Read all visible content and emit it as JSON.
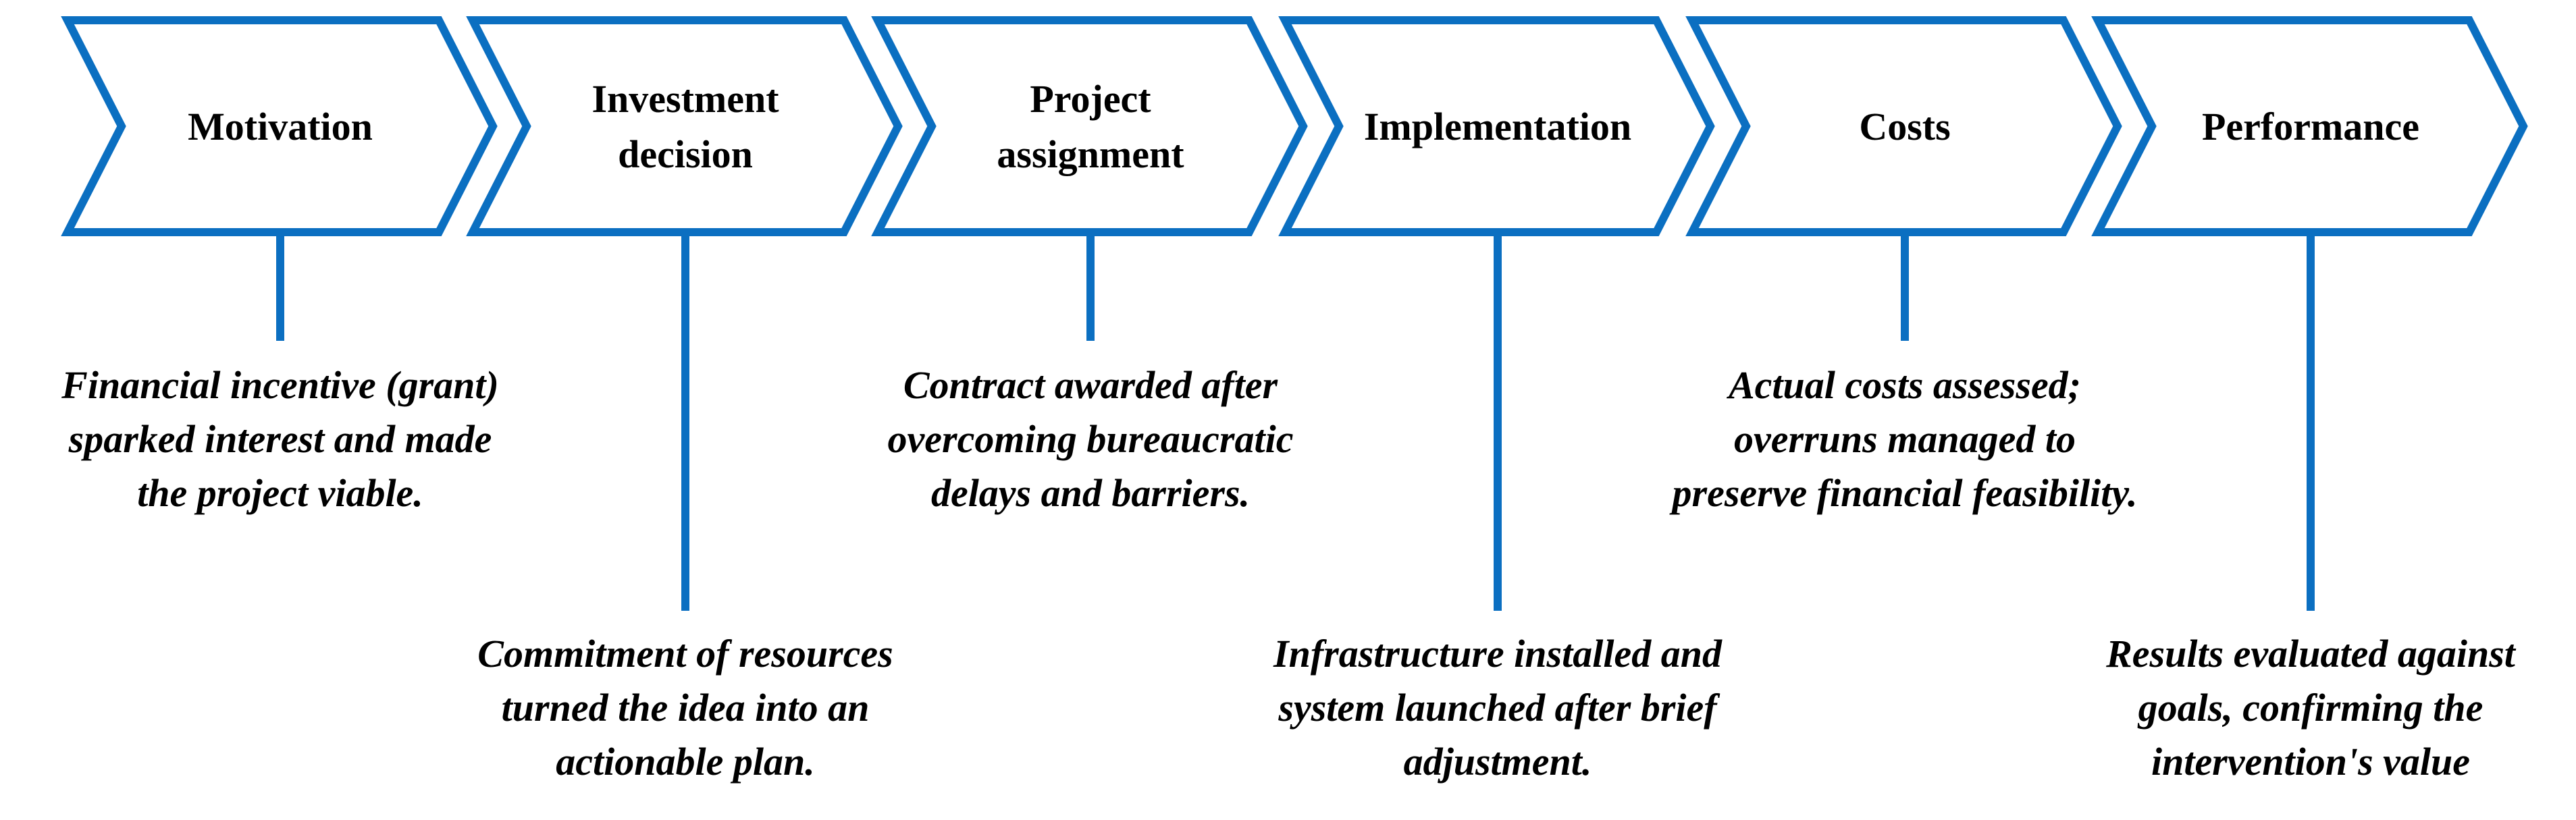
{
  "stages": [
    {
      "label_lines": [
        "Motivation"
      ],
      "note_position": "upper",
      "note_lines": [
        "Financial incentive (grant)",
        "sparked interest and made",
        "the project viable."
      ]
    },
    {
      "label_lines": [
        "Investment",
        "decision"
      ],
      "note_position": "lower",
      "note_lines": [
        "Commitment of resources",
        "turned the idea into an",
        "actionable plan."
      ]
    },
    {
      "label_lines": [
        "Project",
        "assignment"
      ],
      "note_position": "upper",
      "note_lines": [
        "Contract awarded after",
        "overcoming bureaucratic",
        "delays and barriers."
      ]
    },
    {
      "label_lines": [
        "Implementation"
      ],
      "note_position": "lower",
      "note_lines": [
        "Infrastructure installed and",
        "system launched after brief",
        "adjustment."
      ]
    },
    {
      "label_lines": [
        "Costs"
      ],
      "note_position": "upper",
      "note_lines": [
        "Actual costs assessed;",
        "overruns managed to",
        "preserve financial feasibility."
      ]
    },
    {
      "label_lines": [
        "Performance"
      ],
      "note_position": "lower",
      "note_lines": [
        "Results evaluated against",
        "goals, confirming the",
        "intervention's value"
      ]
    }
  ],
  "colors": {
    "accent": "#0b6fc1",
    "text": "#000000",
    "background": "#ffffff"
  }
}
